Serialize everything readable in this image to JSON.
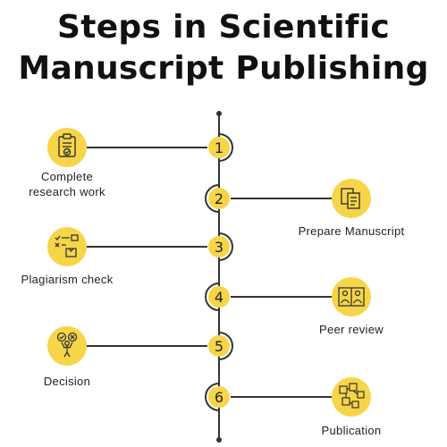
{
  "title": {
    "line1": "Steps in Scientific",
    "line2": "Manuscript Publishing"
  },
  "colors": {
    "accent": "#F7D548",
    "line": "#333333",
    "text": "#222222"
  },
  "steps": [
    {
      "number": "1",
      "label": "Complete research work",
      "label_lines": [
        "Complete",
        "research work"
      ],
      "icon": "clipboard-check-icon",
      "side": "left"
    },
    {
      "number": "2",
      "label": "Prepare Manuscript",
      "label_lines": [
        "Prepare Manuscript"
      ],
      "icon": "documents-icon",
      "side": "right"
    },
    {
      "number": "3",
      "label": "Plagiarism check",
      "label_lines": [
        "Plagiarism check"
      ],
      "icon": "checklist-icon",
      "side": "left"
    },
    {
      "number": "4",
      "label": "Peer review",
      "label_lines": [
        "Peer review"
      ],
      "icon": "review-icon",
      "side": "right"
    },
    {
      "number": "5",
      "label": "Decision",
      "label_lines": [
        "Decision"
      ],
      "icon": "decision-icon",
      "side": "left"
    },
    {
      "number": "6",
      "label": "Publication",
      "label_lines": [
        "Publication"
      ],
      "icon": "publication-icon",
      "side": "right"
    }
  ]
}
